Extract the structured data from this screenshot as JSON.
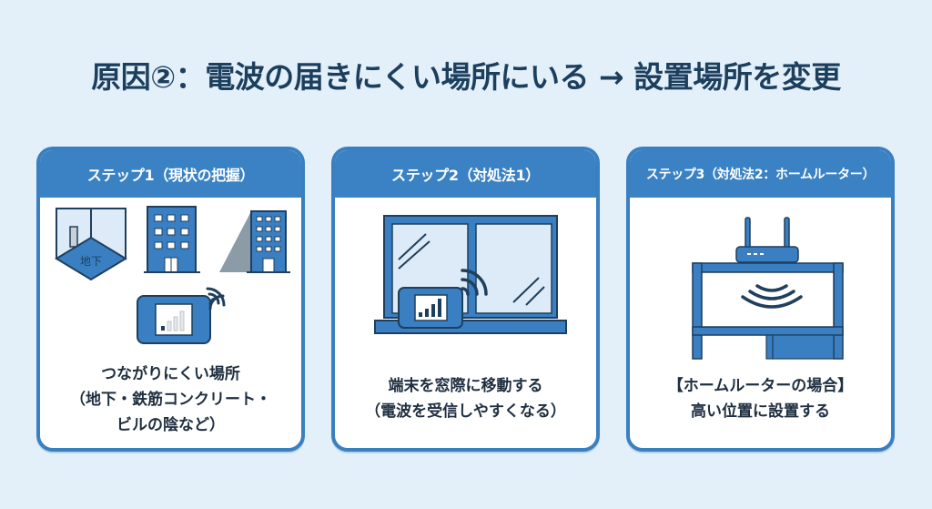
{
  "title": "原因②：電波の届きにくい場所にいる → 設置場所を変更",
  "colors": {
    "background": "#e3f0fa",
    "accent_blue": "#3a82c4",
    "dark_navy": "#1c3f5e",
    "light_blue_fill": "#dcebf7"
  },
  "steps": [
    {
      "header": "ステップ1（現状の把握）",
      "illustration": {
        "icons": [
          "basement-room-icon",
          "building-icon",
          "building-shadow-icon",
          "mobile-router-weak-signal-icon"
        ],
        "basement_label": "地下"
      },
      "lines": [
        "つながりにくい場所",
        "（地下・鉄筋コンクリート・",
        "ビルの陰など）"
      ]
    },
    {
      "header": "ステップ2（対処法1）",
      "illustration": {
        "icons": [
          "window-icon",
          "mobile-router-strong-signal-icon",
          "wifi-signal-icon"
        ]
      },
      "lines": [
        "端末を窓際に移動する",
        "（電波を受信しやすくなる）"
      ]
    },
    {
      "header": "ステップ3（対処法2：ホームルーター）",
      "illustration": {
        "icons": [
          "home-router-icon",
          "shelf-icon",
          "wifi-signal-icon"
        ]
      },
      "lines": [
        "【ホームルーターの場合】",
        "高い位置に設置する"
      ]
    }
  ]
}
